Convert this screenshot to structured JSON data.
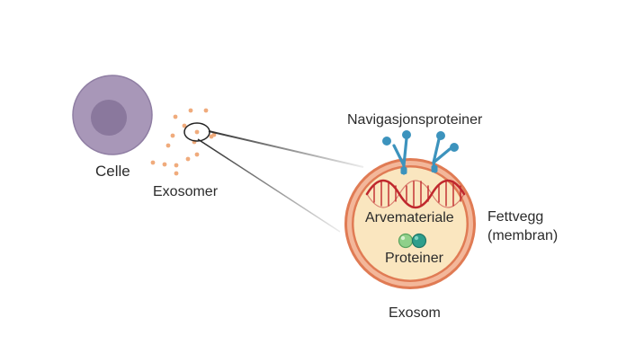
{
  "labels": {
    "cell": "Celle",
    "exosomes": "Exosomer",
    "navigation_proteins": "Navigasjonsproteiner",
    "genetic_material": "Arvemateriale",
    "proteins": "Proteiner",
    "membrane_line1": "Fettvegg",
    "membrane_line2": "(membran)",
    "exosome": "Exosom"
  },
  "colors": {
    "cell_outer": "#a897b8",
    "cell_outer_stroke": "#8f7ea3",
    "cell_nucleus": "#8a789d",
    "exosome_dot": "#f0ab7c",
    "membrane_outer": "#e07b54",
    "membrane_band": "#f3b79a",
    "membrane_inner_stroke": "#e07b54",
    "lumen": "#fae6bf",
    "dna": "#c0282d",
    "receptor": "#3c93bd",
    "protein_light": "#8fd08a",
    "protein_dark": "#2e9e8c",
    "zoom_line": "#222222"
  },
  "icons": {
    "receptor": "y-shaped-receptor-icon",
    "protein": "protein-beads-icon",
    "dna": "dna-helix-icon"
  }
}
